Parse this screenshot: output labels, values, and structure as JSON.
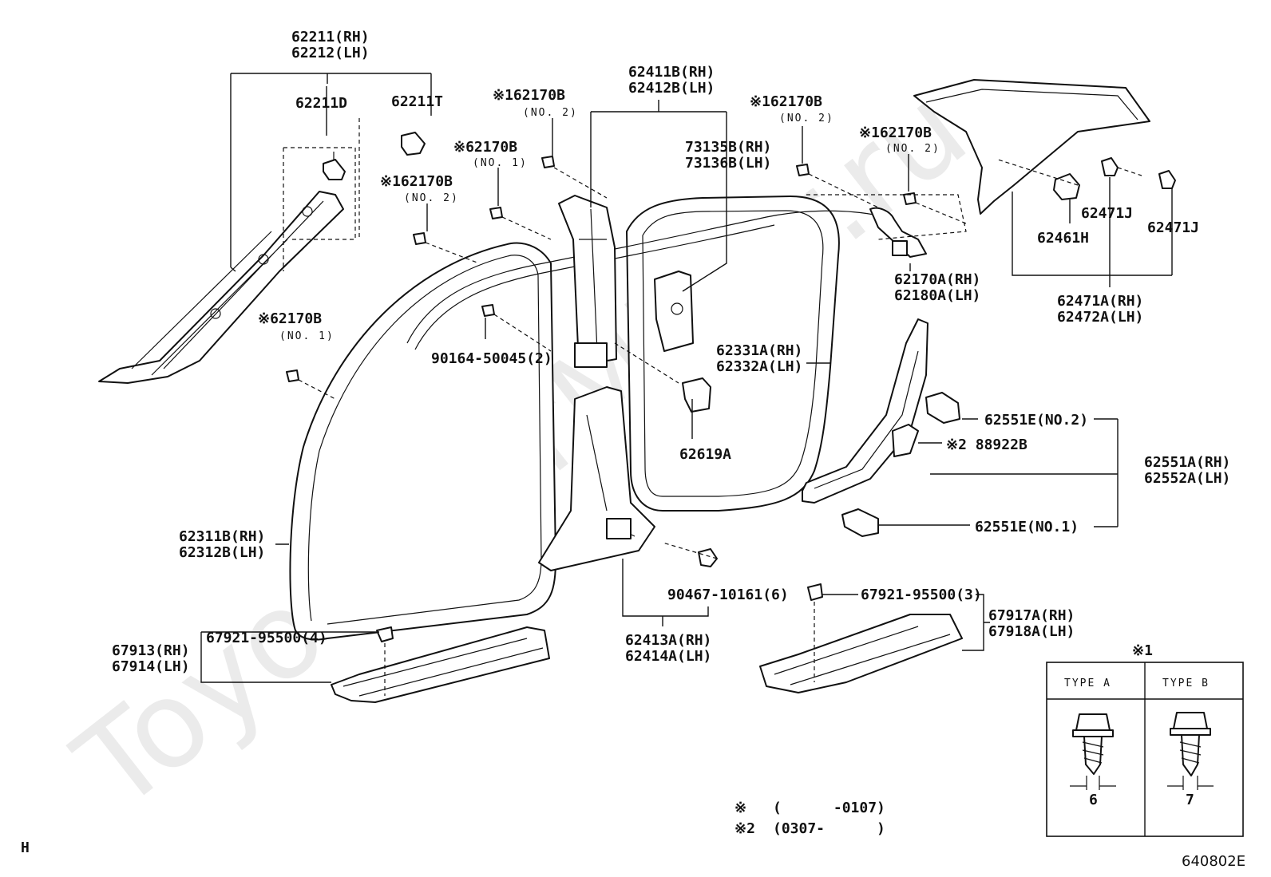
{
  "watermark": "ToyotaCarMiner.ru",
  "corner_code": "H",
  "figure_code": "640802E",
  "labels": {
    "l01": "62211(RH)",
    "l02": "62212(LH)",
    "l03": "62211D",
    "l04": "62211T",
    "l05": "※162170B",
    "l06": "(NO. 2)",
    "l07": "※62170B",
    "l08": "(NO. 1)",
    "l09": "※162170B",
    "l10": "(NO. 2)",
    "l11": "62411B(RH)",
    "l12": "62412B(LH)",
    "l13": "73135B(RH)",
    "l14": "73136B(LH)",
    "l15": "※162170B",
    "l16": "(NO. 2)",
    "l17": "※162170B",
    "l18": "(NO. 2)",
    "l19": "62471J",
    "l20": "62461H",
    "l21": "62471J",
    "l22": "62170A(RH)",
    "l23": "62180A(LH)",
    "l24": "62471A(RH)",
    "l25": "62472A(LH)",
    "l26": "※62170B",
    "l27": "(NO. 1)",
    "l28": "90164-50045(2)",
    "l29": "62331A(RH)",
    "l30": "62332A(LH)",
    "l31": "62551E(NO.2)",
    "l32": "※2 88922B",
    "l33": "62619A",
    "l34": "62551A(RH)",
    "l35": "62552A(LH)",
    "l36": "62551E(NO.1)",
    "l37": "62311B(RH)",
    "l38": "62312B(LH)",
    "l39": "90467-10161(6)",
    "l40": "67921-95500(3)",
    "l41": "67917A(RH)",
    "l42": "67918A(LH)",
    "l43": "67913(RH)",
    "l44": "67914(LH)",
    "l45": "67921-95500(4)",
    "l46": "62413A(RH)",
    "l47": "62414A(LH)"
  },
  "type_table": {
    "marker": "※1",
    "type_a": "TYPE A",
    "type_b": "TYPE B",
    "dim_a": "6",
    "dim_b": "7"
  },
  "footnotes": {
    "n1_mark": "※",
    "n1_range": "(      -0107)",
    "n2_mark": "※2",
    "n2_range": "(0307-      )"
  }
}
